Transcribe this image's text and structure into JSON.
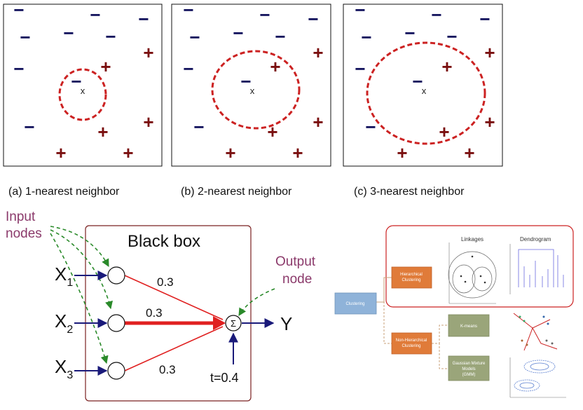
{
  "knn": {
    "panels": [
      {
        "caption": "(a) 1-nearest neighbor",
        "query_label": "x",
        "k": 1
      },
      {
        "caption": "(b) 2-nearest neighbor",
        "query_label": "x",
        "k": 2
      },
      {
        "caption": "(c) 3-nearest neighbor",
        "query_label": "x",
        "k": 3
      }
    ],
    "class_symbols": {
      "negative": "−",
      "positive": "+"
    },
    "colors": {
      "negative": "#14145e",
      "positive": "#7a0f0f",
      "circle": "#cc2222"
    }
  },
  "perceptron": {
    "title": "Black box",
    "input_label": "Input nodes",
    "input_label_lines": [
      "Input",
      "nodes"
    ],
    "output_label_lines": [
      "Output",
      "node"
    ],
    "inputs": [
      {
        "var": "X",
        "sub": "1",
        "weight": "0.3"
      },
      {
        "var": "X",
        "sub": "2",
        "weight": "0.3"
      },
      {
        "var": "X",
        "sub": "3",
        "weight": "0.3"
      }
    ],
    "sum_symbol": "Σ",
    "output": "Y",
    "threshold": "t=0.4",
    "colors": {
      "label": "#8b3a6b",
      "arrows": "#1a1a7a",
      "weights": "#e02020",
      "dashed": "#2a8a2a"
    }
  },
  "clustering": {
    "root": "Clustering",
    "hierarchical": "Hierarchical Clustering",
    "non_hierarchical": "Non-Hierarchical Clustering",
    "kmeans": "K-means",
    "gmm": "Gaussian Mixture Models (GMM)",
    "linkages_title": "Linkages",
    "dendrogram_title": "Dendrogram",
    "colors": {
      "root": "#8fb3d9",
      "method": "#e07b39",
      "leaf": "#9aa57a",
      "frame": "#cc2222"
    }
  }
}
